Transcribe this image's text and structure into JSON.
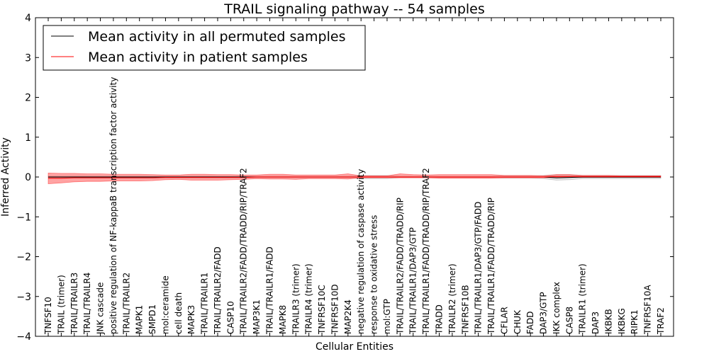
{
  "chart_data": {
    "type": "line",
    "title": "TRAIL signaling pathway -- 54 samples",
    "xlabel": "Cellular Entities",
    "ylabel": "Inferred Activity",
    "ylim": [
      -4,
      4
    ],
    "yticks": [
      -4,
      -3,
      -2,
      -1,
      0,
      1,
      2,
      3,
      4
    ],
    "ytick_labels": [
      "−4",
      "−3",
      "−2",
      "−1",
      "0",
      "1",
      "2",
      "3",
      "4"
    ],
    "legend_position": "top-left",
    "grid": false,
    "categories": [
      "TNFSF10",
      "TRAIL (trimer)",
      "TRAIL/TRAILR3",
      "TRAIL/TRAILR4",
      "JNK cascade",
      "positive regulation of NF-kappaB transcription factor activity",
      "TRAIL/TRAILR2",
      "MAPK1",
      "SMPD1",
      "mol:ceramide",
      "cell death",
      "MAPK3",
      "TRAIL/TRAILR1",
      "TRAIL/TRAILR2/FADD",
      "CASP10",
      "TRAIL/TRAILR2/FADD/TRADD/RIP/TRAF2",
      "MAP3K1",
      "TRAIL/TRAILR1/FADD",
      "MAPK8",
      "TRAILR3 (trimer)",
      "TRAILR4 (trimer)",
      "TNFRSF10C",
      "TNFRSF10D",
      "MAP2K4",
      "negative regulation of caspase activity",
      "response to oxidative stress",
      "mol:GTP",
      "TRAIL/TRAILR2/FADD/TRADD/RIP",
      "TRAIL/TRAILR1/DAP3/GTP",
      "TRAIL/TRAILR1/FADD/TRADD/RIP/TRAF2",
      "TRADD",
      "TRAILR2 (trimer)",
      "TNFRSF10B",
      "TRAIL/TRAILR1/DAP3/GTP/FADD",
      "TRAIL/TRAILR1/FADD/TRADD/RIP",
      "CFLAR",
      "CHUK",
      "FADD",
      "DAP3/GTP",
      "IKK complex",
      "CASP8",
      "TRAILR1 (trimer)",
      "DAP3",
      "IKBKB",
      "IKBKG",
      "RIPK1",
      "TNFRSF10A",
      "TRAF2"
    ],
    "series": [
      {
        "name": "Mean activity in all permuted samples",
        "color": "#000000",
        "values": [
          0.0,
          0.0,
          0.0,
          0.0,
          0.0,
          0.0,
          0.0,
          0.0,
          0.0,
          0.0,
          0.0,
          0.0,
          0.0,
          0.0,
          0.0,
          0.0,
          0.0,
          0.0,
          0.0,
          0.0,
          0.0,
          0.0,
          0.0,
          0.0,
          0.0,
          0.0,
          0.0,
          0.0,
          0.0,
          0.0,
          0.0,
          0.0,
          0.0,
          0.0,
          0.0,
          0.0,
          0.0,
          0.0,
          0.0,
          -0.02,
          -0.01,
          0.0,
          0.0,
          0.0,
          0.0,
          0.0,
          0.0,
          0.0
        ],
        "band_lower": [
          -0.02,
          -0.02,
          -0.02,
          -0.02,
          -0.02,
          -0.02,
          -0.02,
          -0.02,
          -0.02,
          -0.02,
          -0.02,
          -0.02,
          -0.02,
          -0.02,
          -0.02,
          -0.02,
          -0.02,
          -0.02,
          -0.02,
          -0.02,
          -0.02,
          -0.02,
          -0.02,
          -0.02,
          -0.04,
          -0.04,
          -0.04,
          -0.02,
          -0.02,
          -0.02,
          -0.02,
          -0.02,
          -0.02,
          -0.02,
          -0.02,
          -0.03,
          -0.03,
          -0.03,
          -0.04,
          -0.08,
          -0.07,
          -0.04,
          -0.04,
          -0.04,
          -0.04,
          -0.04,
          -0.04,
          -0.04
        ],
        "band_upper": [
          0.02,
          0.02,
          0.02,
          0.02,
          0.02,
          0.02,
          0.02,
          0.02,
          0.02,
          0.02,
          0.02,
          0.02,
          0.02,
          0.02,
          0.02,
          0.02,
          0.02,
          0.02,
          0.02,
          0.02,
          0.02,
          0.02,
          0.02,
          0.02,
          0.04,
          0.04,
          0.04,
          0.02,
          0.02,
          0.02,
          0.02,
          0.02,
          0.02,
          0.02,
          0.02,
          0.03,
          0.03,
          0.03,
          0.04,
          0.06,
          0.06,
          0.04,
          0.04,
          0.04,
          0.04,
          0.04,
          0.04,
          0.04
        ]
      },
      {
        "name": "Mean activity in patient samples",
        "color": "#ff0000",
        "values": [
          -0.03,
          -0.03,
          -0.02,
          -0.02,
          -0.02,
          -0.02,
          -0.02,
          -0.02,
          -0.02,
          -0.01,
          -0.01,
          -0.01,
          -0.01,
          -0.01,
          -0.01,
          -0.01,
          0.0,
          0.0,
          0.0,
          0.0,
          0.0,
          0.0,
          0.0,
          0.0,
          0.0,
          0.0,
          0.0,
          0.0,
          0.0,
          0.0,
          0.0,
          0.0,
          0.0,
          0.0,
          0.0,
          0.0,
          0.0,
          0.0,
          0.0,
          0.01,
          0.01,
          0.01,
          0.01,
          0.01,
          0.01,
          0.01,
          0.01,
          0.01
        ],
        "band_lower": [
          -0.17,
          -0.15,
          -0.12,
          -0.11,
          -0.11,
          -0.1,
          -0.1,
          -0.1,
          -0.09,
          -0.07,
          -0.06,
          -0.08,
          -0.08,
          -0.08,
          -0.07,
          -0.06,
          -0.04,
          -0.05,
          -0.05,
          -0.06,
          -0.04,
          -0.04,
          -0.04,
          -0.05,
          -0.02,
          -0.02,
          -0.02,
          -0.02,
          -0.02,
          -0.02,
          -0.03,
          -0.03,
          -0.03,
          -0.03,
          -0.03,
          -0.02,
          -0.02,
          -0.02,
          -0.02,
          -0.01,
          -0.01,
          -0.01,
          -0.01,
          -0.01,
          -0.01,
          -0.01,
          -0.01,
          -0.01
        ],
        "band_upper": [
          0.1,
          0.09,
          0.09,
          0.08,
          0.08,
          0.07,
          0.07,
          0.07,
          0.06,
          0.05,
          0.05,
          0.07,
          0.07,
          0.06,
          0.06,
          0.05,
          0.05,
          0.07,
          0.07,
          0.05,
          0.05,
          0.05,
          0.05,
          0.08,
          0.03,
          0.03,
          0.03,
          0.08,
          0.06,
          0.05,
          0.06,
          0.06,
          0.06,
          0.06,
          0.06,
          0.04,
          0.04,
          0.04,
          0.03,
          0.06,
          0.06,
          0.04,
          0.04,
          0.04,
          0.03,
          0.03,
          0.03,
          0.03
        ]
      }
    ]
  }
}
